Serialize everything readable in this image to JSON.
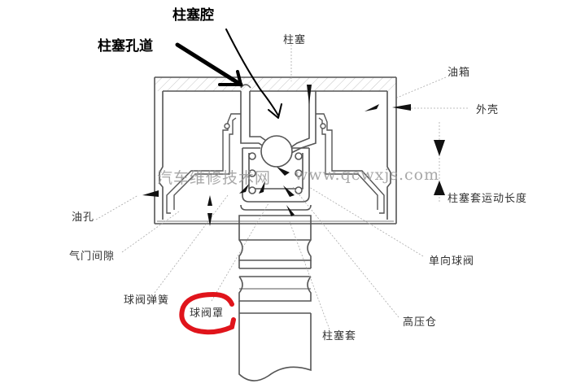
{
  "diagram": {
    "annotations_handwritten": {
      "plunger_cavity": "柱塞腔",
      "plunger_bore": "柱塞孔道"
    },
    "labels": {
      "plunger": "柱塞",
      "oil_tank": "油箱",
      "outer_shell": "外壳",
      "plunger_sleeve_stroke": "柱塞套运动长度",
      "oil_hole": "油孔",
      "valve_clearance": "气门间隙",
      "check_ball_valve": "单向球阀",
      "ball_valve_spring": "球阀弹簧",
      "ball_valve_cover": "球阀罩",
      "high_pressure_chamber": "高压仓",
      "plunger_sleeve": "柱塞套"
    },
    "watermark": {
      "text_cn": "汽车维修技术网",
      "url": "www.qcwxjs.com"
    },
    "colors": {
      "line": "#555555",
      "hatch": "#bbbbbb",
      "handwritten": "#000000",
      "highlight_circle": "#e0141b"
    }
  }
}
